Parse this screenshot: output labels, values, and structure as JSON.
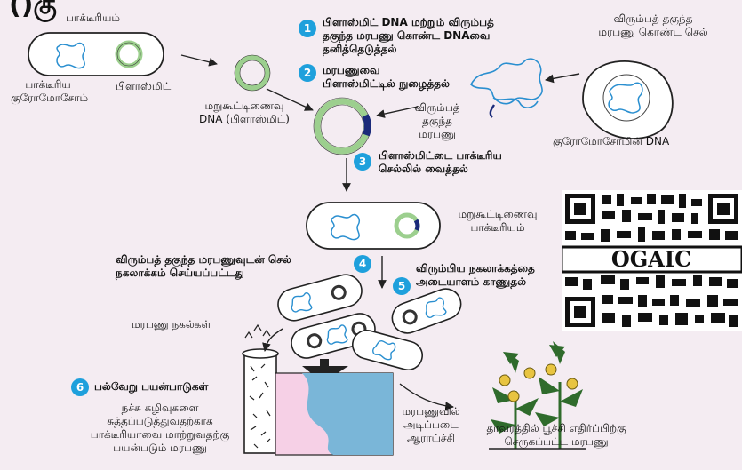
{
  "heading_fragment": "()கு",
  "labels": {
    "bacterium": "பாக்டீரியம்",
    "bacterial_chromosome": [
      "பாக்டீரிய",
      "குரோமோசோம்"
    ],
    "plasmid": "பிளாஸ்மிட்",
    "recombinant_plasmid": [
      "மறுகூட்டிணைவு",
      "DNA (பிளாஸ்மிட்)"
    ],
    "donor_cell": [
      "விரும்பத் தகுந்த",
      "மரபணு கொண்ட செல்"
    ],
    "chromosome_dna": "குரோமோசோமின் DNA",
    "desired_gene": [
      "விரும்பத்",
      "தகுந்த",
      "மரபணு"
    ],
    "recombinant_bacterium": [
      "மறுகூட்டிணைவு",
      "பாக்டீரியம்"
    ],
    "gene_copies": "மரபணு நகல்கள்",
    "research": [
      "மரபணுவில்",
      "அடிப்படை",
      "ஆராய்ச்சி"
    ],
    "plant_gene": [
      "தாவரத்தில் பூச்சி எதிர்ப்பிற்கு",
      "செருகப்பட்ட மரபணு"
    ],
    "bacteria_use": [
      "நச்சு கழிவுகளை",
      "சுத்தப்படுத்துவதற்காக",
      "பாக்டீரியாவை மாற்றுவதற்கு",
      "பயன்படும் மரபணு"
    ]
  },
  "steps": [
    {
      "num": "1",
      "text": [
        "பிளாஸ்மிட் DNA மற்றும் விரும்பத்",
        "தகுந்த மரபணு கொண்ட DNAவை",
        "தனித்தெடுத்தல்"
      ]
    },
    {
      "num": "2",
      "text": [
        "மரபணுவை",
        "பிளாஸ்மிட்டில் நுழைத்தல்"
      ]
    },
    {
      "num": "3",
      "text": [
        "பிளாஸ்மிட்டை பாக்டீரிய",
        "செல்லில் வைத்தல்"
      ]
    },
    {
      "num": "4",
      "text": [
        "விரும்பத் தகுந்த மரபணுவுடன் செல்",
        "நகலாக்கம் செய்யப்பட்டது"
      ]
    },
    {
      "num": "5",
      "text": [
        "விரும்பிய நகலாக்கத்தை",
        "அடையாளம் காணுதல்"
      ]
    },
    {
      "num": "6",
      "text": [
        "பல்வேறு பயன்பாடுகள்"
      ]
    }
  ],
  "qr_text": "OGAIC",
  "colors": {
    "background": "#f4ecf2",
    "badge": "#1ea0dc",
    "plasmid_ring": "#9ccf8e",
    "gene_insert": "#1a2a7a",
    "dna": "#2a8fd0",
    "water": "#7ab6d8",
    "field": "#f6d0e6",
    "plant": "#2f6b2c"
  }
}
